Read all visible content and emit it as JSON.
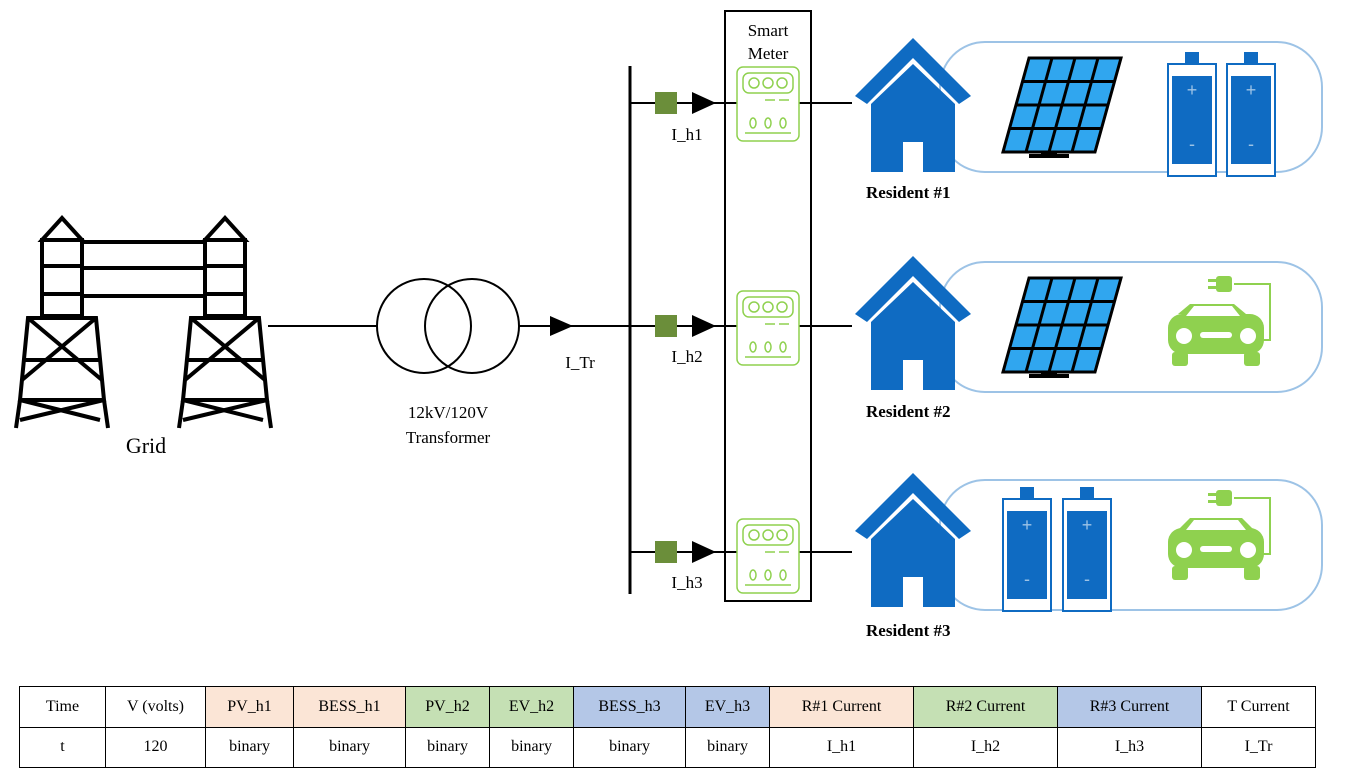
{
  "labels": {
    "grid": "Grid",
    "transformer_rating": "12kV/120V",
    "transformer_name": "Transformer",
    "smart_meter_line1": "Smart",
    "smart_meter_line2": "Meter",
    "i_tr": "I_Tr",
    "i_h1": "I_h1",
    "i_h2": "I_h2",
    "i_h3": "I_h3",
    "battery_plus": "+",
    "battery_minus": "-"
  },
  "residents": [
    {
      "label": "Resident #1",
      "devices": [
        "solar-panel",
        "battery",
        "battery"
      ]
    },
    {
      "label": "Resident #2",
      "devices": [
        "solar-panel",
        "ev"
      ]
    },
    {
      "label": "Resident #3",
      "devices": [
        "battery",
        "battery",
        "ev"
      ]
    }
  ],
  "icons": {
    "grid": "transmission-tower-icon",
    "transformer": "transformer-icon",
    "meter": "smart-meter-icon",
    "house": "house-icon",
    "pv": "solar-panel-icon",
    "battery": "battery-icon",
    "ev": "electric-car-icon"
  },
  "colors": {
    "house_blue": "#0f6bc2",
    "panel_blue": "#30a6ef",
    "ev_green": "#8fd14f",
    "sensor_green": "#6b8e3a",
    "header_orange": "#fbe5d6",
    "header_green": "#c5e0b4",
    "header_blue": "#b4c7e7"
  },
  "table": {
    "header": [
      {
        "text": "Time",
        "color": "#ffffff"
      },
      {
        "text": "V (volts)",
        "color": "#ffffff"
      },
      {
        "text": "PV_h1",
        "color": "#fbe5d6"
      },
      {
        "text": "BESS_h1",
        "color": "#fbe5d6"
      },
      {
        "text": "PV_h2",
        "color": "#c5e0b4"
      },
      {
        "text": "EV_h2",
        "color": "#c5e0b4"
      },
      {
        "text": "BESS_h3",
        "color": "#b4c7e7"
      },
      {
        "text": "EV_h3",
        "color": "#b4c7e7"
      },
      {
        "text": "R#1 Current",
        "color": "#fbe5d6"
      },
      {
        "text": "R#2 Current",
        "color": "#c5e0b4"
      },
      {
        "text": "R#3 Current",
        "color": "#b4c7e7"
      },
      {
        "text": "T Current",
        "color": "#ffffff"
      }
    ],
    "row": [
      "t",
      "120",
      "binary",
      "binary",
      "binary",
      "binary",
      "binary",
      "binary",
      "I_h1",
      "I_h2",
      "I_h3",
      "I_Tr"
    ]
  }
}
